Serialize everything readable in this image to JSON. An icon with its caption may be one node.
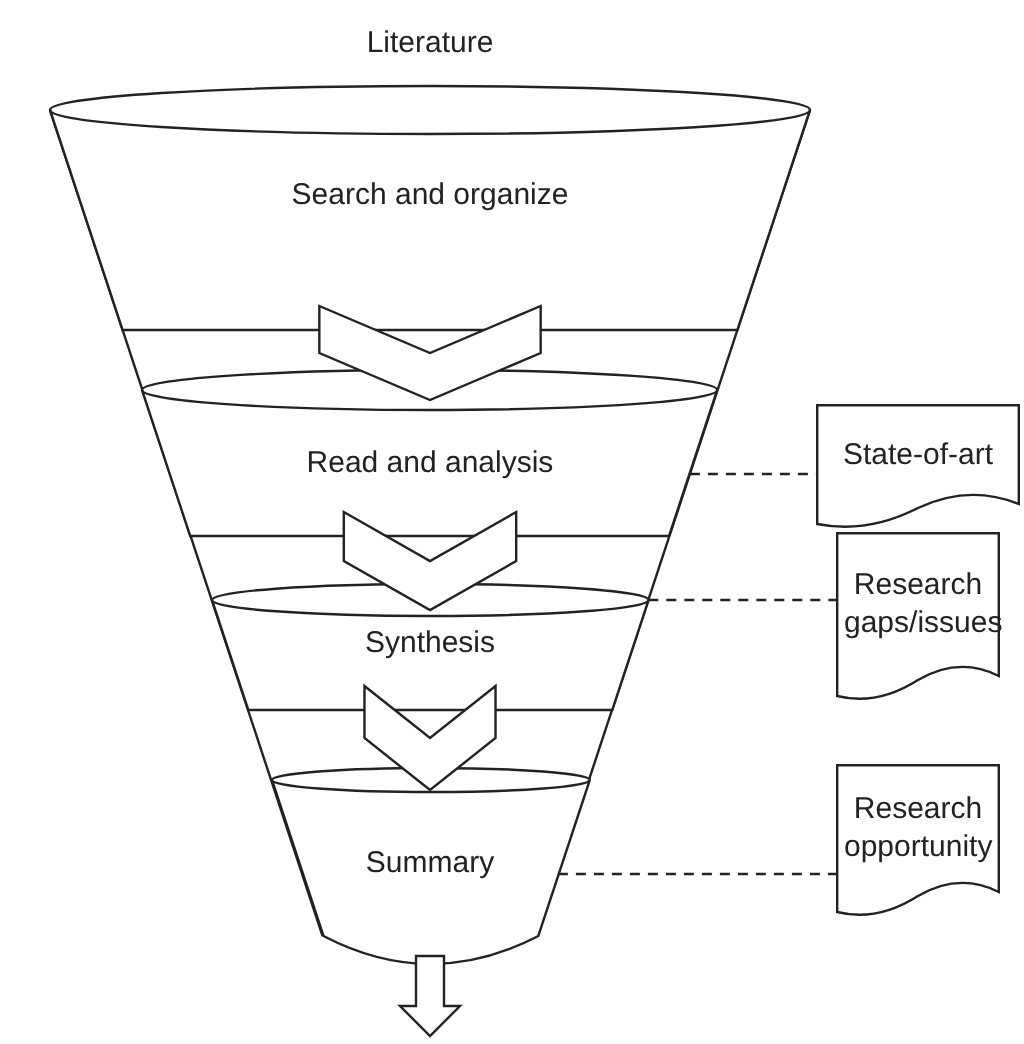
{
  "diagram": {
    "nodes": [
      {
        "text": [
          "Search and organize"
        ]
      },
      {
        "text": [
          "Read and analysis"
        ]
      },
      {
        "text": [
          "Synthesis"
        ]
      },
      {
        "text": [
          "Summary"
        ]
      },
      {
        "text": [
          "State-of-art"
        ]
      },
      {
        "text": [
          "Research gaps/issues"
        ]
      },
      {
        "text": [
          "Research opportunity"
        ]
      }
    ],
    "edges": [
      {
        "from": 0,
        "to": 1,
        "arrow": "to"
      },
      {
        "from": 1,
        "to": 2,
        "arrow": "to"
      },
      {
        "from": 2,
        "to": 3,
        "arrow": "to"
      },
      {
        "from": 1,
        "to": 4,
        "arrow": "none",
        "style": "dashed"
      },
      {
        "from": 2,
        "to": 5,
        "arrow": "none",
        "style": "dashed"
      },
      {
        "from": 3,
        "to": 6,
        "arrow": "none",
        "style": "dashed"
      },
      {
        "from": 3,
        "to": null,
        "arrow": "to"
      }
    ],
    "labels": [
      "Literature"
    ]
  }
}
